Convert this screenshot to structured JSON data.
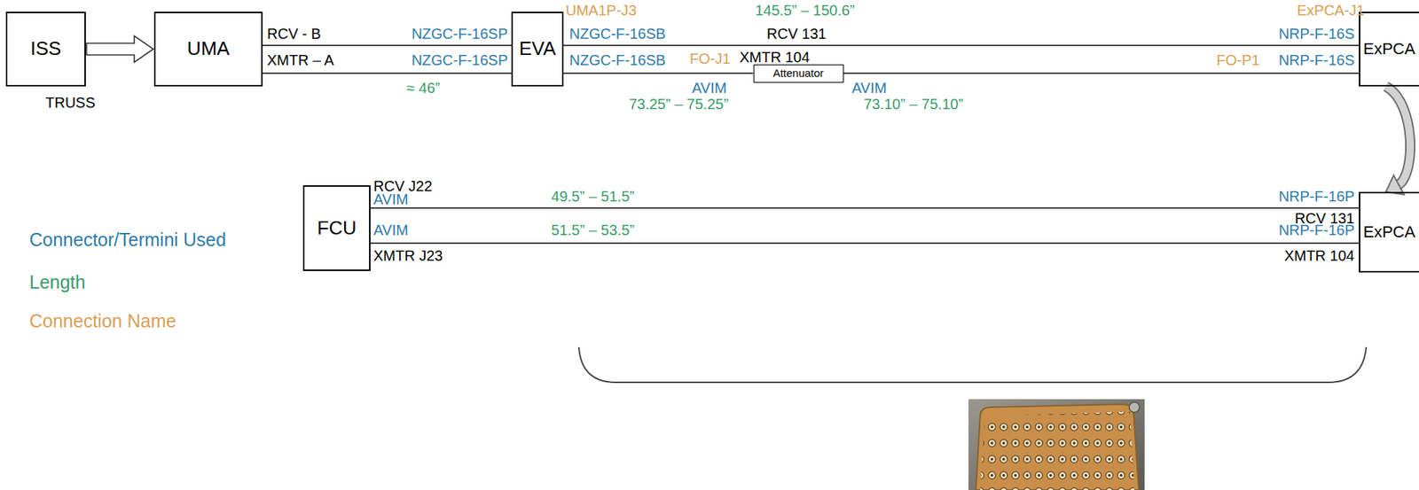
{
  "diagram": {
    "nodes": [
      {
        "text": [
          "ISS"
        ]
      },
      {
        "text": [
          "UMA"
        ]
      },
      {
        "text": [
          "EVA"
        ]
      },
      {
        "text": [
          "Attenuator"
        ]
      },
      {
        "text": [
          "ExPCA"
        ]
      },
      {
        "text": [
          "FCU"
        ]
      },
      {
        "text": [
          "ExPCA"
        ]
      }
    ],
    "edges": [
      {
        "from": 0,
        "to": 1,
        "arrow": "to"
      },
      {
        "from": 1,
        "to": 2,
        "arrow": "none"
      },
      {
        "from": 1,
        "to": 2,
        "arrow": "none"
      },
      {
        "from": 2,
        "to": 4,
        "arrow": "none"
      },
      {
        "from": 2,
        "to": 3,
        "arrow": "none"
      },
      {
        "from": 3,
        "to": 4,
        "arrow": "none"
      },
      {
        "from": 4,
        "to": 6,
        "arrow": "to"
      },
      {
        "from": 5,
        "to": 6,
        "arrow": "none"
      },
      {
        "from": 5,
        "to": 6,
        "arrow": "none"
      }
    ],
    "labels": [
      "UMA1P-J3",
      "145.5” – 150.6”",
      "ExPCA-J1",
      "RCV - B",
      "NZGC-F-16SP",
      "NZGC-F-16SB",
      "RCV 131",
      "NRP-F-16S",
      "FO-J1",
      "XMTR 104",
      "XMTR – A",
      "NZGC-F-16SP",
      "NZGC-F-16SB",
      "FO-P1",
      "NRP-F-16S",
      "≈ 46”",
      "AVIM",
      "AVIM",
      "73.25” – 75.25”",
      "73.10” – 75.10”",
      "TRUSS",
      "RCV J22",
      "AVIM",
      "49.5” – 51.5”",
      "NRP-F-16P",
      "RCV 131",
      "AVIM",
      "51.5” – 53.5”",
      "NRP-F-16P",
      "XMTR J23",
      "XMTR 104"
    ],
    "legend": [
      {
        "text": "Connector/Termini Used",
        "color": "#2E7BAA"
      },
      {
        "text": "Length",
        "color": "#3A9C6A"
      },
      {
        "text": "Connection Name",
        "color": "#D9A055"
      }
    ]
  }
}
